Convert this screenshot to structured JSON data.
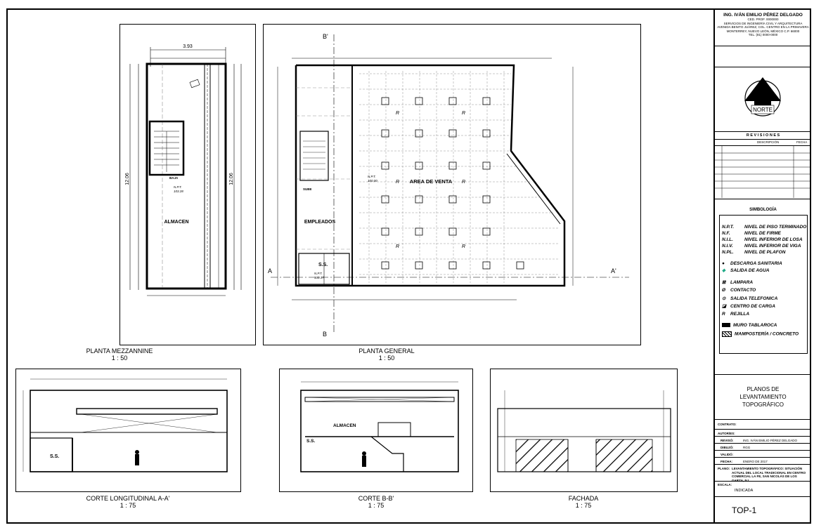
{
  "titleblock": {
    "engineer": "ING. IVÁN EMILIO PÉREZ DELGADO",
    "ced": "CED. PROF. 0000000",
    "services_line1": "SERVICIOS DE INGENIERÍA CIVIL Y ARQUITECTURA",
    "services_line2": "AVENIDA BENITO JUÁREZ, COL. CENTRO EN LA PRIMAVERA",
    "services_line3": "MONTERREY, NUEVO LEÓN, MÉXICO C.P. 66000",
    "phone": "TEL. (81) 0000-0000",
    "north_label": "NORTE",
    "revisions_title": "R E V I S I O N E S",
    "rev_col_desc": "DESCRIPCIÓN",
    "rev_col_date": "FECHA",
    "symbology_title": "SIMBOLOGÍA",
    "plan_title": "PLANOS DE LEVANTAMIENTO TOPOGRÁFICO",
    "contract_lbl": "CONTRATO:",
    "author_lbl": "AUTOR/ES:",
    "reviewed_lbl": "REVISÓ:",
    "reviewed_val": "ING. IVÁN EMILIO PÉREZ DELGADO",
    "drew_lbl": "DIBUJÓ:",
    "drew_val": "RGG",
    "validated_lbl": "VALIDÓ:",
    "date_lbl": "FECHA:",
    "date_val": "ENERO DE 2017",
    "project_lbl": "PLANO:",
    "project_val": "LEVANTAMIENTO TOPOGRÁFICO: SITUACIÓN ACTUAL DEL LOCAL TRADICIONAL EN CENTRO COMERCIAL LA FE, SAN NICOLÁS DE LOS GARZA, N.L.",
    "scale_lbl": "ESCALA:",
    "scale_val": "INDICADA",
    "sheet_id": "TOP-1"
  },
  "symbology": [
    {
      "code": "N.P.T.",
      "desc": "NIVEL DE PISO TERMINADO"
    },
    {
      "code": "N.F.",
      "desc": "NIVEL DE FIRME"
    },
    {
      "code": "N.I.L.",
      "desc": "NIVEL INFERIOR DE LOSA"
    },
    {
      "code": "N.I.V.",
      "desc": "NIVEL INFERIOR DE VIGA"
    },
    {
      "code": "N.PL.",
      "desc": "NIVEL DE PLAFON"
    }
  ],
  "symbols": {
    "sanitaria": "DESCARGA SANITARIA",
    "agua": "SALIDA DE AGUA",
    "lampara": "LAMPARA",
    "contacto": "CONTACTO",
    "telefonica": "SALIDA TELEFONICA",
    "carga": "CENTRO DE CARGA",
    "rejilla": "REJILLA",
    "rejilla_sym": "R",
    "tablaroca": "MURO TABLAROCA",
    "mamposteria": "MAMPOSTERÍA / CONCRETO"
  },
  "mezzanine": {
    "caption": "PLANTA MEZZANNINE",
    "scale": "1 : 50",
    "dim_top": "3.93",
    "dim_left": "12.06",
    "dim_right": "12.06",
    "room": "ALMACEN",
    "stairs": "BAJA",
    "npt": "N.P.T.",
    "npt_val": "103.28"
  },
  "general": {
    "caption": "PLANTA GENERAL",
    "scale": "1 : 50",
    "section_b_top": "B'",
    "section_b_bottom": "B",
    "section_a_left": "A",
    "section_a_right": "A'",
    "sales_area": "AREA DE VENTA",
    "employees": "EMPLEADOS",
    "bath": "S.S.",
    "stairs": "SUBE",
    "npt": "N.P.T.",
    "npt_val1": "100.00",
    "npt_val2": "100.17",
    "rejilla": "R"
  },
  "sections": [
    {
      "caption": "CORTE LONGITUDINAL A-A'",
      "scale": "1 : 75",
      "label": "S.S."
    },
    {
      "caption": "CORTE B-B'",
      "scale": "1 : 75",
      "label": "ALMACEN",
      "label2": "S.S."
    },
    {
      "caption": "FACHADA",
      "scale": "1 : 75"
    }
  ]
}
